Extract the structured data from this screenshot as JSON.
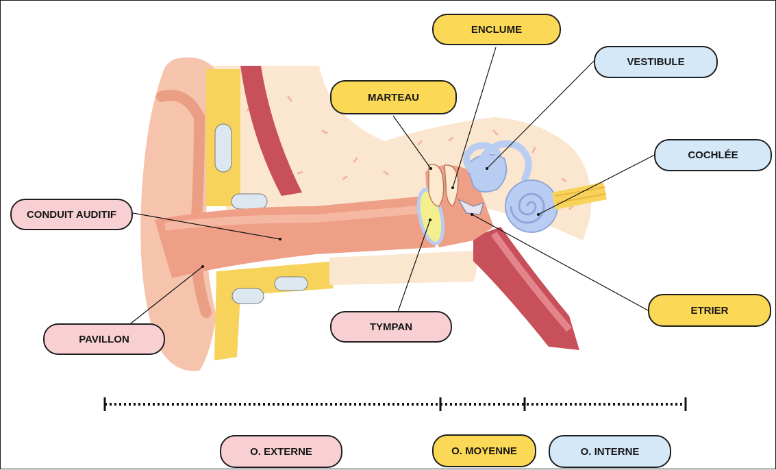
{
  "labels": {
    "enclume": "ENCLUME",
    "vestibule": "VESTIBULE",
    "marteau": "MARTEAU",
    "cochlee": "COCHLÉE",
    "conduit": "CONDUIT AUDITIF",
    "pavillon": "PAVILLON",
    "tympan": "TYMPAN",
    "etrier": "ETRIER"
  },
  "regions": {
    "externe": "O. EXTERNE",
    "moyenne": "O. MOYENNE",
    "interne": "O. INTERNE"
  },
  "colors": {
    "outer_ear_label": "#f8d0d4",
    "middle_ear_label": "#fcd857",
    "inner_ear_label": "#d5e8f8",
    "skin": "#f6c3ac",
    "canal": "#ee9f86",
    "bone": "#fbe6cf",
    "cartilage": "#f7d35c",
    "muscle": "#c7505a",
    "inner_ear": "#b9cdf2"
  }
}
